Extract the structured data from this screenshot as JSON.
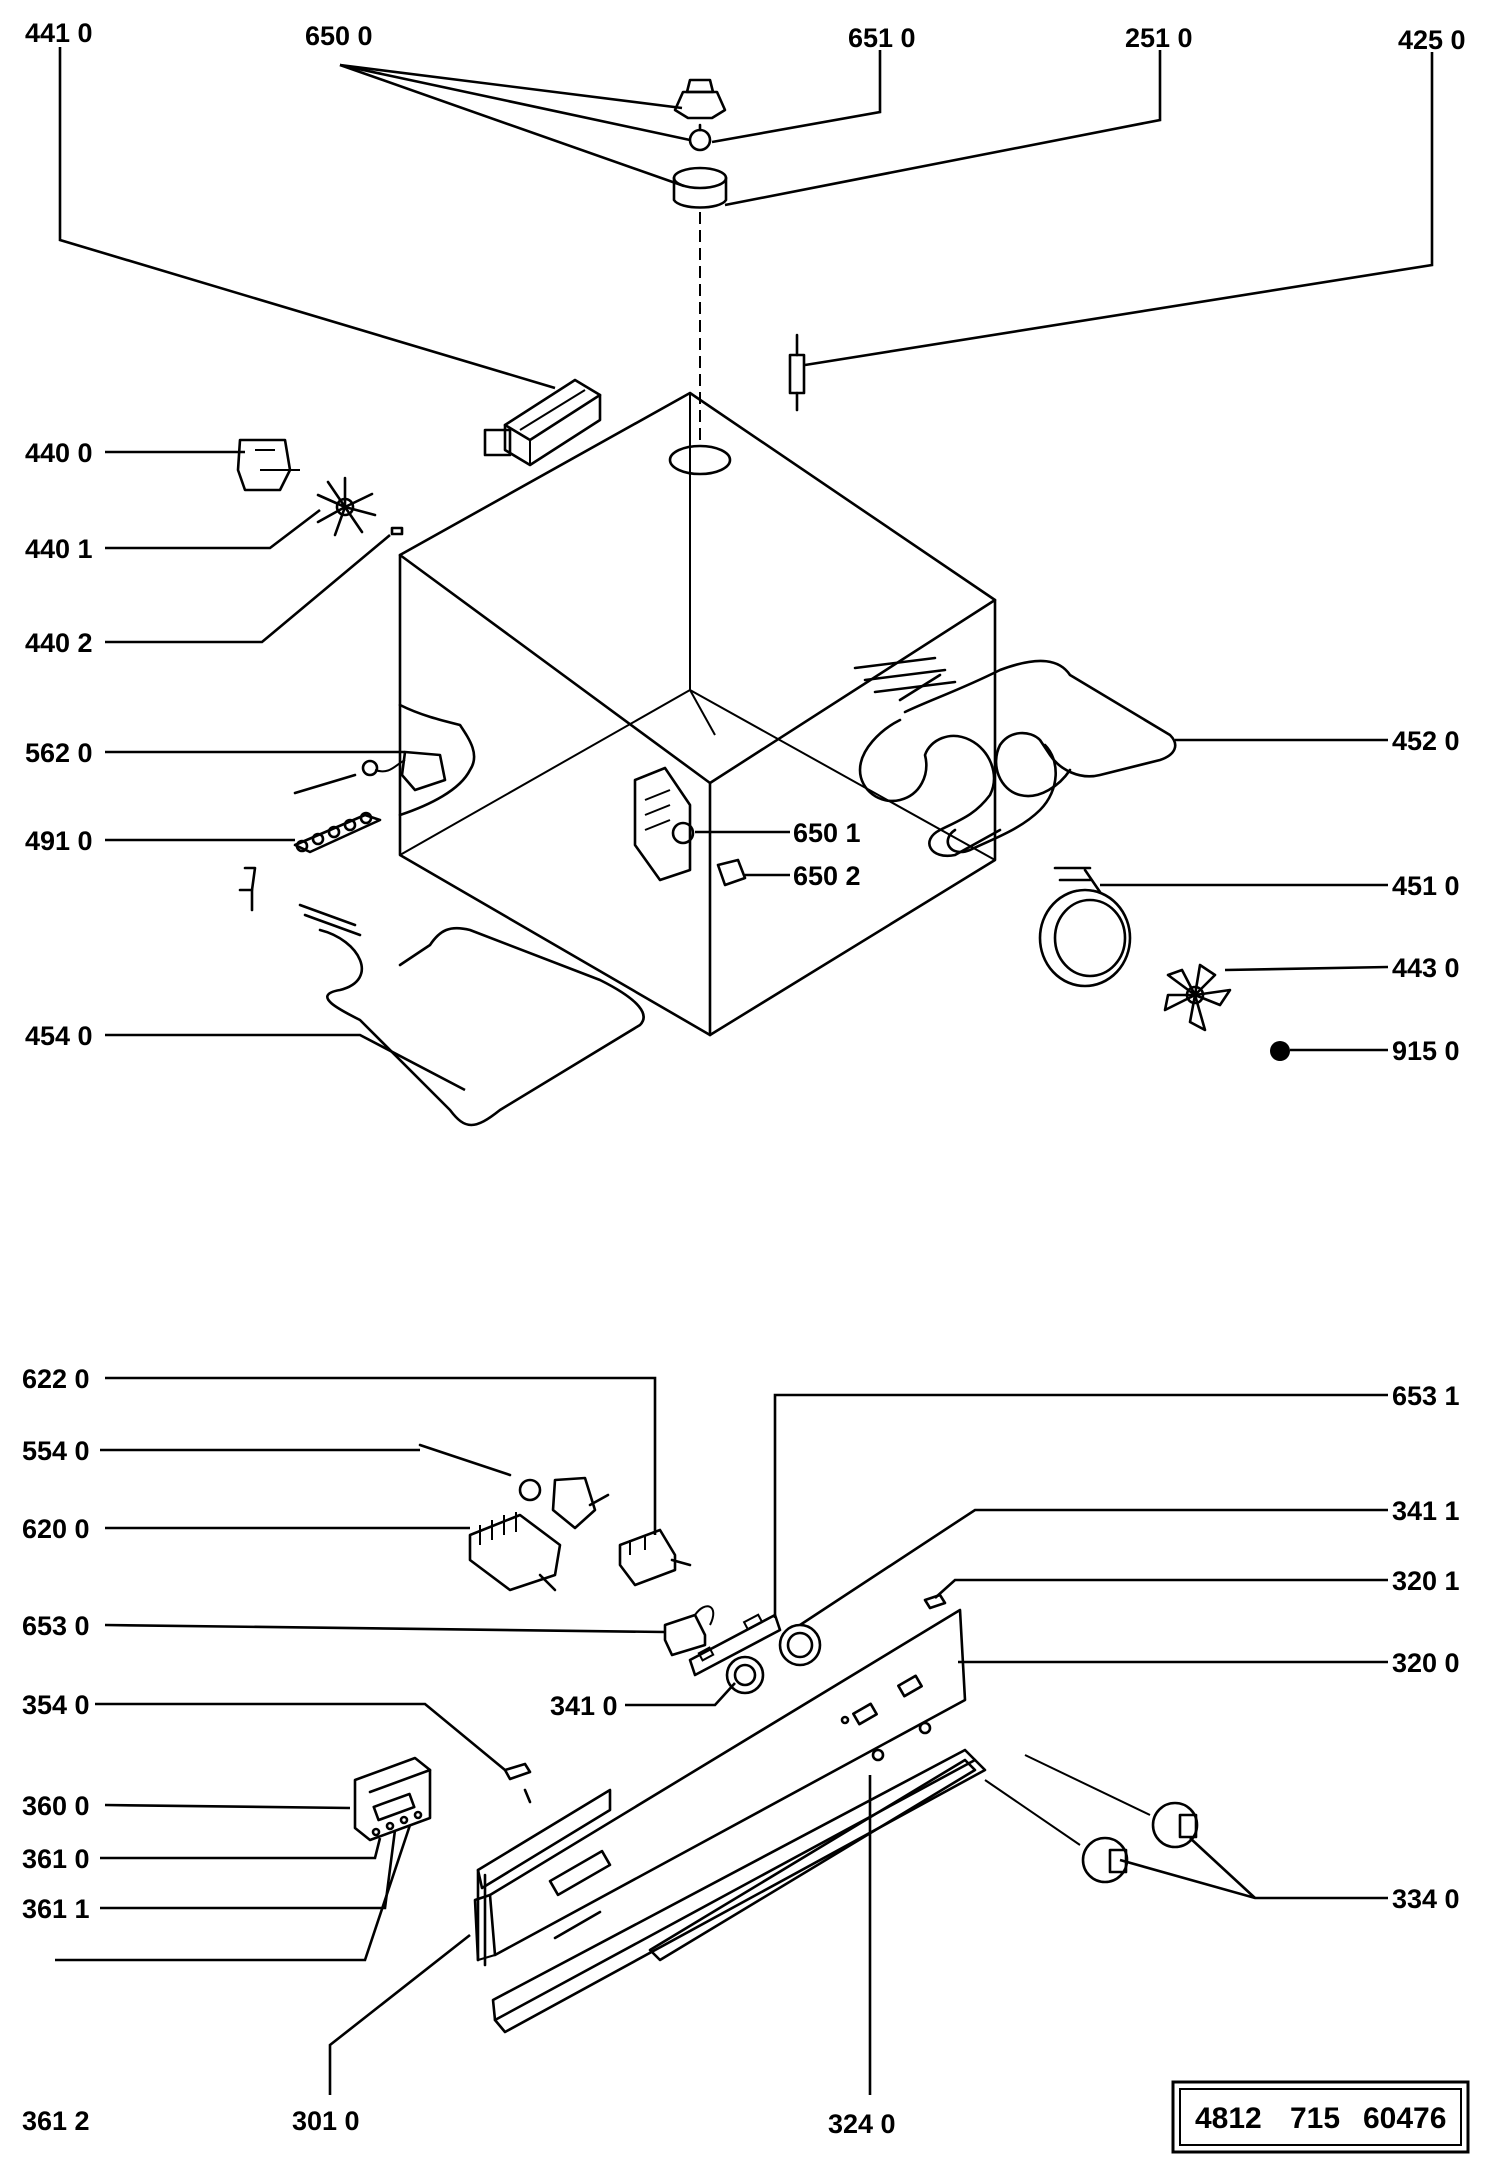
{
  "callouts": [
    {
      "id": "c4410",
      "text": "441 0"
    },
    {
      "id": "c6500",
      "text": "650 0"
    },
    {
      "id": "c6510",
      "text": "651 0"
    },
    {
      "id": "c2510",
      "text": "251 0"
    },
    {
      "id": "c4250",
      "text": "425 0"
    },
    {
      "id": "c4400",
      "text": "440 0"
    },
    {
      "id": "c4401",
      "text": "440 1"
    },
    {
      "id": "c4402",
      "text": "440 2"
    },
    {
      "id": "c5620",
      "text": "562 0"
    },
    {
      "id": "c4910",
      "text": "491 0"
    },
    {
      "id": "c6501",
      "text": "650 1"
    },
    {
      "id": "c6502",
      "text": "650 2"
    },
    {
      "id": "c4520",
      "text": "452 0"
    },
    {
      "id": "c4510",
      "text": "451 0"
    },
    {
      "id": "c4430",
      "text": "443 0"
    },
    {
      "id": "c9150",
      "text": "915 0"
    },
    {
      "id": "c4540",
      "text": "454 0"
    },
    {
      "id": "c6220",
      "text": "622 0"
    },
    {
      "id": "c5540",
      "text": "554 0"
    },
    {
      "id": "c6200",
      "text": "620 0"
    },
    {
      "id": "c6530",
      "text": "653 0"
    },
    {
      "id": "c3540",
      "text": "354 0"
    },
    {
      "id": "c3600",
      "text": "360 0"
    },
    {
      "id": "c3610",
      "text": "361 0"
    },
    {
      "id": "c3611",
      "text": "361 1"
    },
    {
      "id": "c3612",
      "text": "361 2"
    },
    {
      "id": "c3010",
      "text": "301 0"
    },
    {
      "id": "c3240",
      "text": "324 0"
    },
    {
      "id": "c6531",
      "text": "653 1"
    },
    {
      "id": "c3411",
      "text": "341 1"
    },
    {
      "id": "c3201",
      "text": "320 1"
    },
    {
      "id": "c3200",
      "text": "320 0"
    },
    {
      "id": "c3410",
      "text": "341 0"
    },
    {
      "id": "c3340",
      "text": "334 0"
    }
  ],
  "document_number": {
    "part1": "4812",
    "part2": "715",
    "part3": "60476"
  }
}
